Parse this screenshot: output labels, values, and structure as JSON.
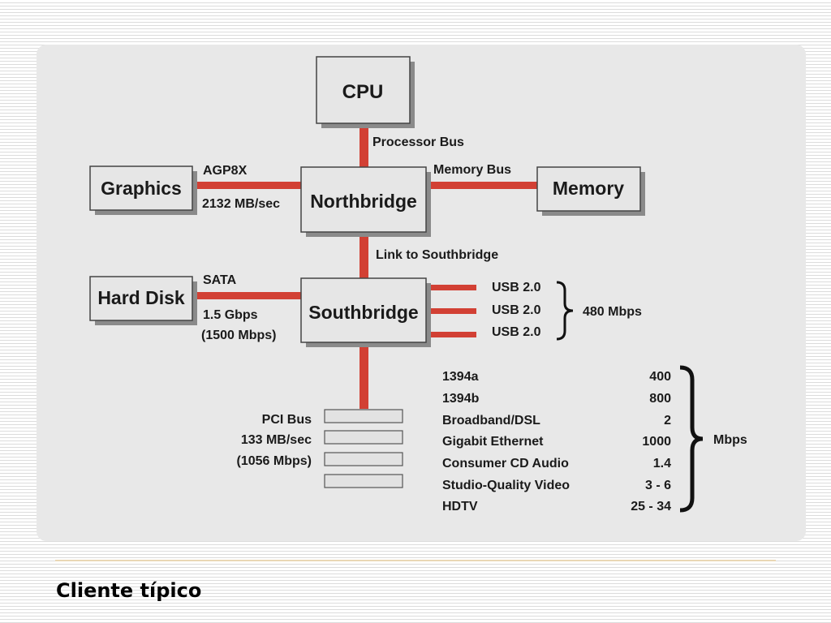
{
  "diagram": {
    "boxes": {
      "cpu": "CPU",
      "graphics": "Graphics",
      "northbridge": "Northbridge",
      "memory": "Memory",
      "hard_disk": "Hard Disk",
      "southbridge": "Southbridge"
    },
    "buses": {
      "processor_bus": "Processor Bus",
      "agp_name": "AGP8X",
      "agp_speed": "2132 MB/sec",
      "memory_bus": "Memory Bus",
      "link_southbridge": "Link to Southbridge",
      "sata_name": "SATA",
      "sata_speed": "1.5 Gbps",
      "sata_speed_mbps": "(1500 Mbps)",
      "pci_name": "PCI Bus",
      "pci_speed": "133 MB/sec",
      "pci_speed_mbps": "(1056 Mbps)"
    },
    "usb_ports": [
      "USB 2.0",
      "USB 2.0",
      "USB 2.0"
    ],
    "usb_speed": "480 Mbps",
    "devices": [
      {
        "name": "1394a",
        "value": "400"
      },
      {
        "name": "1394b",
        "value": "800"
      },
      {
        "name": "Broadband/DSL",
        "value": "2"
      },
      {
        "name": "Gigabit Ethernet",
        "value": "1000"
      },
      {
        "name": "Consumer CD Audio",
        "value": "1.4"
      },
      {
        "name": "Studio-Quality Video",
        "value": "3 - 6"
      },
      {
        "name": "HDTV",
        "value": "25 - 34"
      }
    ],
    "devices_unit": "Mbps",
    "pci_slot_count": 4
  },
  "caption": "Cliente típico",
  "colors": {
    "bus_red": "#d24034",
    "panel_bg": "#e8e8e8",
    "box_face": "#e6e6e6",
    "box_shadow": "#8a8a8a",
    "footer_rule": "#e9d7b5"
  }
}
